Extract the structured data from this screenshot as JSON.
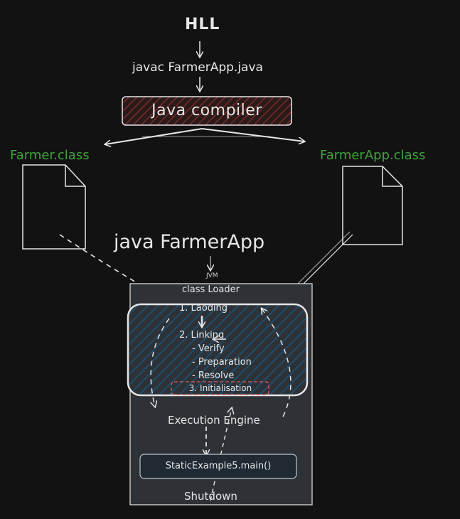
{
  "hll": "HLL",
  "compile_command": "javac FarmerApp.java",
  "compiler": "Java compiler",
  "outputs": {
    "left": "Farmer.class",
    "right": "FarmerApp.class"
  },
  "run_command": "java FarmerApp",
  "jvm": "JVM",
  "class_loader": {
    "title": "class Loader",
    "steps": {
      "loading": "1. Laoding",
      "linking": "2. Linking",
      "verify": "- Verify",
      "preparation": "- Preparation",
      "resolve": "- Resolve",
      "initialisation": "3. Initialisation"
    }
  },
  "execution_engine": "Execution Engine",
  "main_method": "StaticExample5.main()",
  "shutdown": "Shutdown",
  "colors": {
    "background": "#121212",
    "stroke": "#e6e6e6",
    "green": "#3fa43a",
    "jvm_fill": "#2e3236",
    "hatch_blue": "#1d4d6e",
    "hatch_red": "#7a2a2a",
    "init_red": "#e05a5a"
  }
}
